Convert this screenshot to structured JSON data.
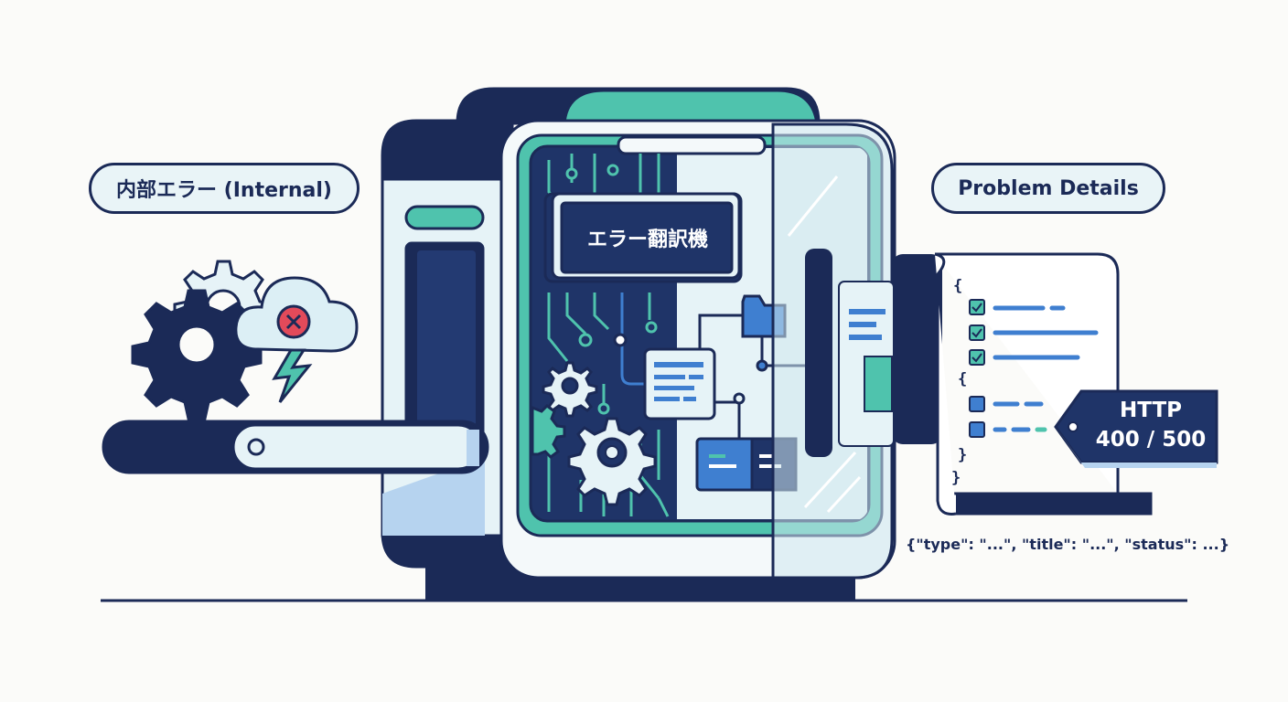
{
  "labels": {
    "input": "内部エラー (Internal)",
    "output": "Problem Details",
    "machine": "エラー翻訳機",
    "http_tag_line1": "HTTP",
    "http_tag_line2": "400 / 500",
    "json_sample": "{\"type\": \"...\", \"title\": \"...\", \"status\": ...}"
  },
  "document": {
    "brackets": [
      "{",
      "}",
      "{",
      "}",
      "}"
    ]
  },
  "icons": {
    "input_side": [
      "gear-icon",
      "gear-icon",
      "cloud-error-icon",
      "lightning-icon"
    ],
    "machine_inside": [
      "circuit-icon",
      "gear-icon",
      "folder-icon",
      "document-icon",
      "code-block-icon"
    ],
    "output_side": [
      "checkbox-icon",
      "checkbox-icon",
      "checkbox-icon",
      "square-icon",
      "square-icon",
      "tag-icon"
    ]
  },
  "colors": {
    "navy": "#1b2a57",
    "teal": "#3fb8a1",
    "light_blue": "#dceff5",
    "glass": "#cfe8ef",
    "accent_blue": "#3f7fd0",
    "error_red": "#e24a5a",
    "background": "#fbfbf9"
  }
}
